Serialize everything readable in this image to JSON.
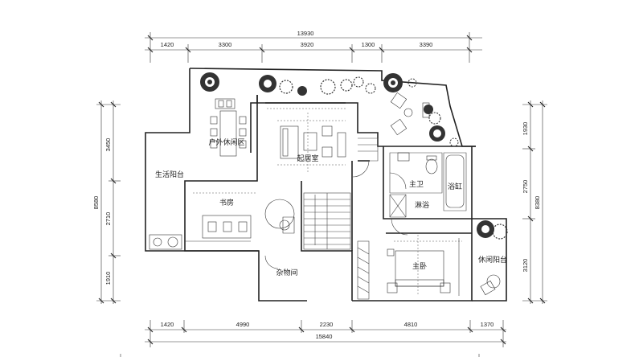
{
  "dimensions": {
    "top_total": "13930",
    "top": [
      "1420",
      "3300",
      "3920",
      "1300",
      "3390"
    ],
    "bottom": [
      "1420",
      "4990",
      "2230",
      "4810",
      "1370"
    ],
    "bottom_total": "15840",
    "left_total": "8580",
    "left": [
      "3450",
      "2710",
      "1910"
    ],
    "right_total": "8380",
    "right": [
      "1930",
      "2750",
      "3120"
    ]
  },
  "rooms": {
    "outdoor_leisure": "户外休闲区",
    "living_room": "起居室",
    "life_balcony": "生活阳台",
    "study": "书房",
    "master_bath": "主卫",
    "bathtub": "浴缸",
    "shower": "淋浴",
    "master_bedroom": "主卧",
    "leisure_balcony": "休闲阳台",
    "storage": "杂物间"
  }
}
